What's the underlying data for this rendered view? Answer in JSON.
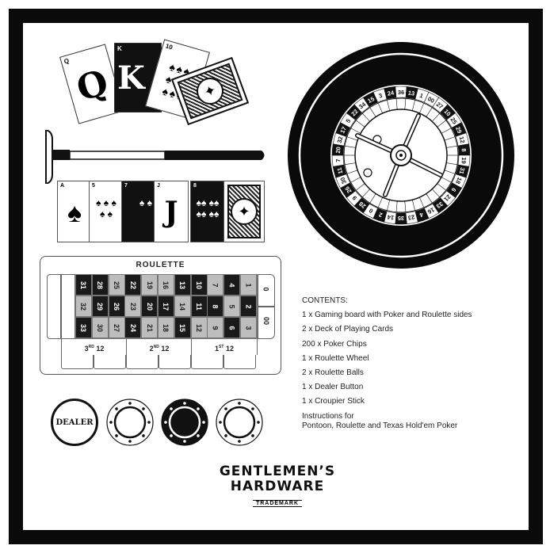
{
  "cards_fan": [
    {
      "rank": "Q",
      "style": "light"
    },
    {
      "rank": "K",
      "style": "dark"
    },
    {
      "rank": "10",
      "style": "light",
      "pips": "♠♠♠ ♠♠♠ ♠♠♠"
    },
    {
      "rank": "",
      "style": "back",
      "medal": "✦"
    }
  ],
  "cards_row": [
    {
      "rank": "A",
      "style": "light",
      "pips": "♠"
    },
    {
      "rank": "5",
      "style": "light",
      "pips": "♠ ♠ ♠ ♠ ♠"
    },
    {
      "rank": "7",
      "style": "dark",
      "pips": "♠ ♠"
    },
    {
      "rank": "J",
      "style": "light",
      "big": "J"
    },
    {
      "rank": "8",
      "style": "dark",
      "pips": "♠♠ ♠♠ ♠♠ ♠♠"
    },
    {
      "rank": "",
      "style": "back",
      "medal": "✦"
    }
  ],
  "board": {
    "title": "ROULETTE",
    "rows": [
      [
        [
          "31",
          "d"
        ],
        [
          "28",
          "d"
        ],
        [
          "25",
          "l"
        ],
        [
          "22",
          "d"
        ],
        [
          "19",
          "l"
        ],
        [
          "16",
          "l"
        ],
        [
          "13",
          "d"
        ],
        [
          "10",
          "d"
        ],
        [
          "7",
          "l"
        ],
        [
          "4",
          "d"
        ],
        [
          "1",
          "l"
        ]
      ],
      [
        [
          "32",
          "l"
        ],
        [
          "29",
          "d"
        ],
        [
          "26",
          "d"
        ],
        [
          "23",
          "l"
        ],
        [
          "20",
          "d"
        ],
        [
          "17",
          "d"
        ],
        [
          "14",
          "l"
        ],
        [
          "11",
          "d"
        ],
        [
          "8",
          "d"
        ],
        [
          "5",
          "l"
        ],
        [
          "2",
          "d"
        ]
      ],
      [
        [
          "33",
          "d"
        ],
        [
          "30",
          "l"
        ],
        [
          "27",
          "l"
        ],
        [
          "24",
          "d"
        ],
        [
          "21",
          "l"
        ],
        [
          "18",
          "l"
        ],
        [
          "15",
          "d"
        ],
        [
          "12",
          "l"
        ],
        [
          "9",
          "l"
        ],
        [
          "6",
          "d"
        ],
        [
          "3",
          "l"
        ]
      ]
    ],
    "zero": "0",
    "double_zero": "00",
    "dozens": [
      {
        "n": "3",
        "sup": "RD",
        "v": "12"
      },
      {
        "n": "2",
        "sup": "ND",
        "v": "12"
      },
      {
        "n": "1",
        "sup": "ST",
        "v": "12"
      }
    ]
  },
  "wheel": {
    "numbers": [
      "0",
      "28",
      "9",
      "26",
      "30",
      "11",
      "7",
      "20",
      "32",
      "17",
      "5",
      "22",
      "34",
      "15",
      "3",
      "24",
      "36",
      "13",
      "1",
      "00",
      "27",
      "10",
      "25",
      "29",
      "12",
      "8",
      "19",
      "31",
      "18",
      "6",
      "21",
      "33",
      "16",
      "4",
      "23",
      "35",
      "14",
      "2"
    ]
  },
  "chips": {
    "dealer_label": "DEALER"
  },
  "contents": {
    "heading": "CONTENTS:",
    "items": [
      "1 x Gaming board with Poker and Roulette sides",
      "2 x Deck of Playing Cards",
      "200 x Poker Chips",
      "1 x Roulette Wheel",
      "2 x Roulette Balls",
      "1 x Dealer Button",
      "1 x Croupier Stick"
    ],
    "instructions_line1": "Instructions for",
    "instructions_line2": "Pontoon, Roulette and Texas Hold'em Poker"
  },
  "logo": {
    "line1": "GENTLEMEN’S",
    "line2": "HARDWARE",
    "trademark": "TRADEMARK"
  }
}
